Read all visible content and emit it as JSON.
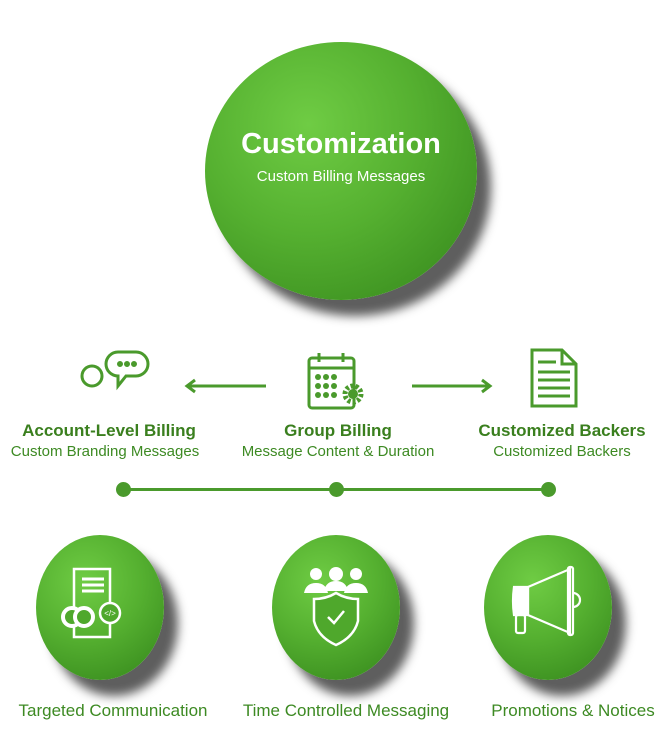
{
  "center": {
    "title": "Customization",
    "subtitle": "Custom Billing Messages"
  },
  "middle": [
    {
      "title": "Account-Level Billing",
      "subtitle": "Custom Branding Messages",
      "icon": "chat-bubble-icon"
    },
    {
      "title": "Group Billing",
      "subtitle": "Message Content & Duration",
      "icon": "calendar-gear-icon"
    },
    {
      "title": "Customized Backers",
      "subtitle": "Customized Backers",
      "icon": "document-icon"
    }
  ],
  "bottom": [
    {
      "label": "Targeted Communication",
      "icon": "document-code-icon"
    },
    {
      "label": "Time Controlled Messaging",
      "icon": "team-shield-icon"
    },
    {
      "label": "Promotions & Notices",
      "icon": "megaphone-icon"
    }
  ],
  "colors": {
    "green": "#55b030",
    "text": "#3d8a23"
  }
}
